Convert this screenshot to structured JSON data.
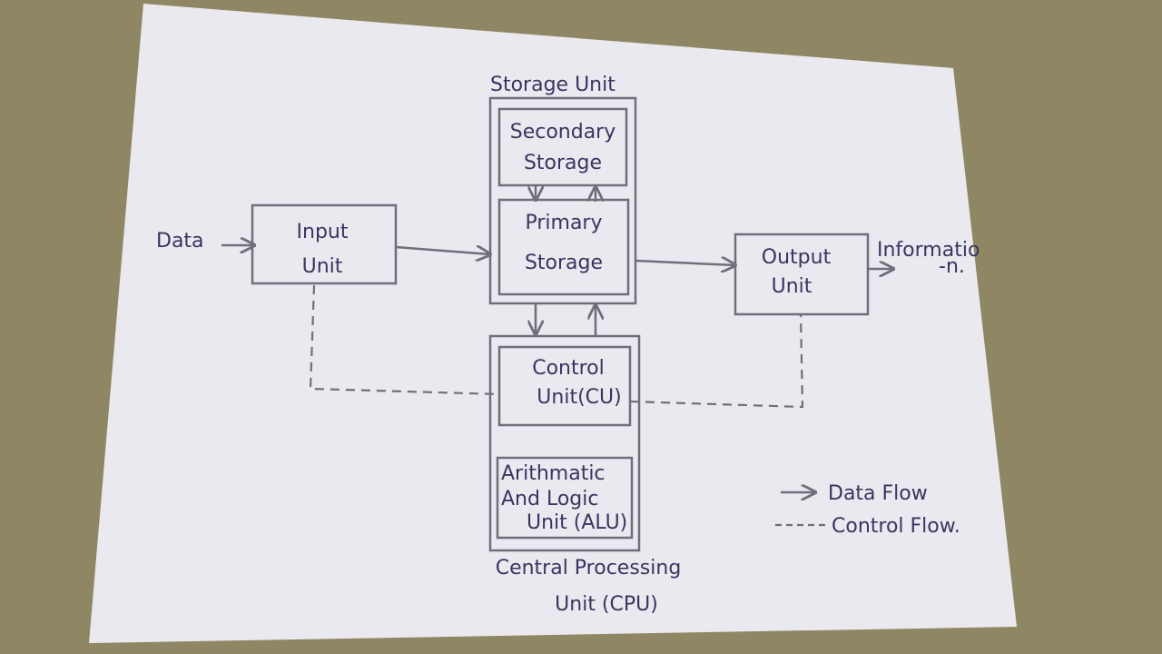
{
  "diagram": {
    "storage_unit_label": "Storage Unit",
    "secondary_storage": [
      "Secondary",
      "Storage"
    ],
    "primary_storage": [
      "Primary",
      "Storage"
    ],
    "input_unit": [
      "Input",
      "Unit"
    ],
    "output_unit": [
      "Output",
      "Unit"
    ],
    "control_unit": [
      "Control",
      "Unit(CU)"
    ],
    "alu": [
      "Arithmatic",
      "And Logic",
      "Unit (ALU)"
    ],
    "cpu_label": [
      "Central Processing",
      "Unit (CPU)"
    ],
    "data_in": "Data",
    "info_out": [
      "Informatio",
      "-n."
    ],
    "legend": {
      "data_flow": "Data Flow",
      "control_flow": "Control Flow."
    }
  },
  "colors": {
    "paper": "#e9e9ef",
    "ink": "#3a3560",
    "table": "#8f8763"
  }
}
